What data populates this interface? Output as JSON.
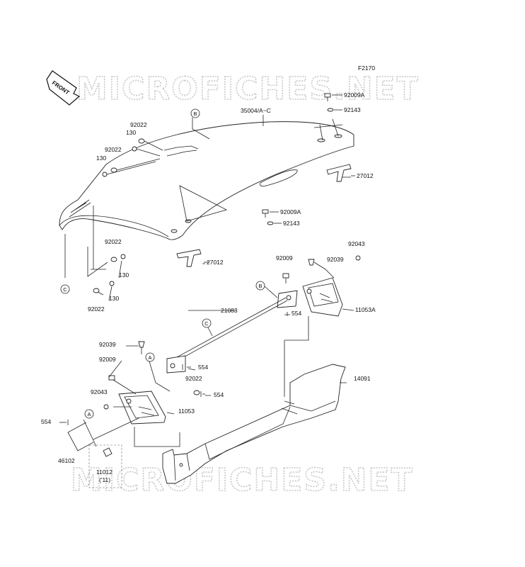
{
  "diagram_code": "F2170",
  "front_label": "FRONT",
  "watermark_text": "MICROFICHES.NET",
  "callouts": {
    "a": "A",
    "b": "B",
    "c": "C"
  },
  "parts": {
    "p35004": "35004/A~C",
    "p92009A_top": "92009A",
    "p92143_top": "92143",
    "p27012_right": "27012",
    "p92009A_mid": "92009A",
    "p92143_mid": "92143",
    "p27012_bottom": "27012",
    "p92022_tl": "92022",
    "p130_tl": "130",
    "p92022_tl2": "92022",
    "p130_tl2": "130",
    "p92022_ml": "92022",
    "p130_ml": "130",
    "p130_ml2": "130",
    "p92022_ml2": "92022",
    "p92043_r": "92043",
    "p92009_r": "92009",
    "p92039_r": "92039",
    "p21083": "21083",
    "p554_r": "554",
    "p11053A": "11053A",
    "p92039_l": "92039",
    "p92009_l": "92009",
    "p554_l1": "554",
    "p92022_c": "92022",
    "p554_l2": "554",
    "p92043_l": "92043",
    "p11053": "11053",
    "p14091": "14091",
    "p554_left": "554",
    "p46102": "46102",
    "p11012": "11012",
    "p11012_note": "('11)"
  }
}
